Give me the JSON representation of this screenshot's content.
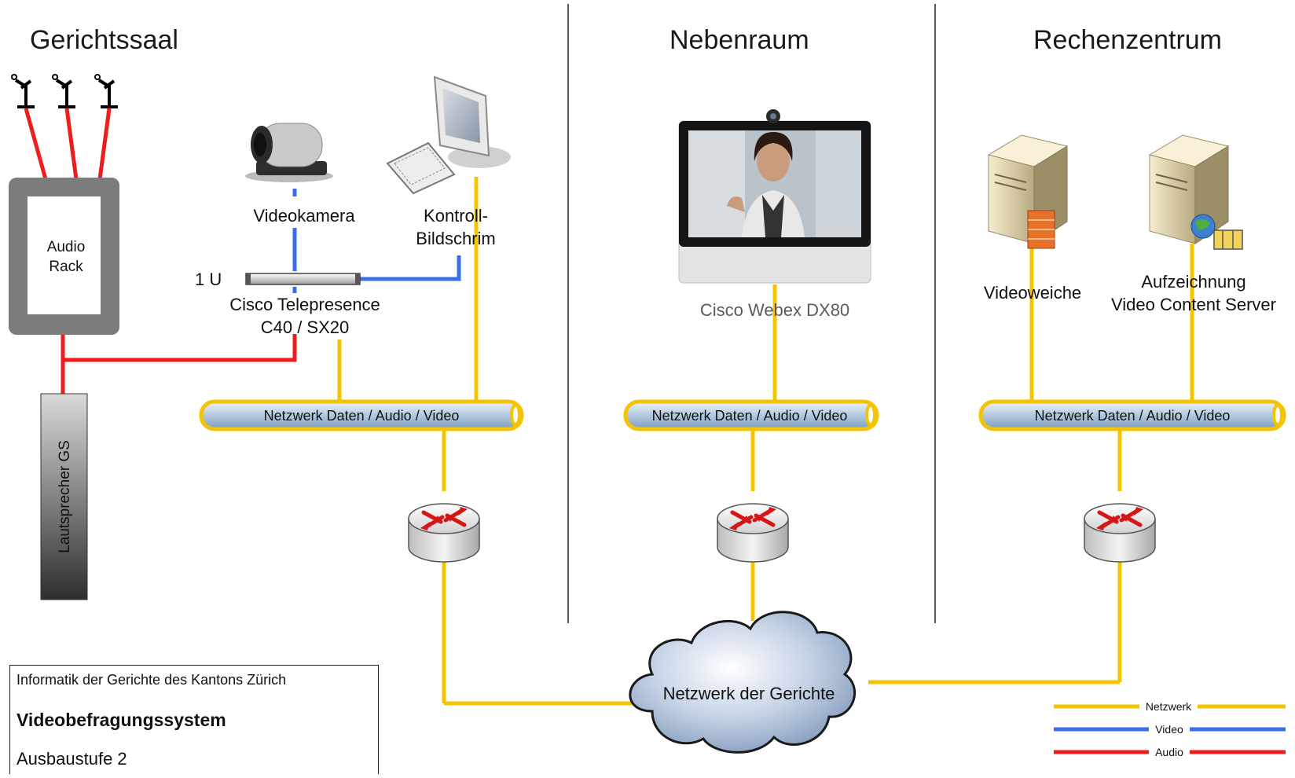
{
  "sections": {
    "courtroom": "Gerichtssaal",
    "side_room": "Nebenraum",
    "datacenter": "Rechenzentrum"
  },
  "devices": {
    "audio_rack": [
      "Audio",
      "Rack"
    ],
    "speaker": "Lautsprecher GS",
    "video_camera": "Videokamera",
    "control_screen": [
      "Kontroll-",
      "Bildschrim"
    ],
    "rack_unit": "1 U",
    "codec": [
      "Cisco Telepresence",
      "C40 / SX20"
    ],
    "webex": "Cisco Webex DX80",
    "video_switch": "Videoweiche",
    "recording": [
      "Aufzeichnung",
      "Video Content Server"
    ]
  },
  "network": {
    "pipe_label": "Netzwerk Daten / Audio / Video",
    "cloud_label": "Netzwerk der Gerichte"
  },
  "legend": {
    "items": [
      {
        "label": "Netzwerk",
        "color": "#f5c400"
      },
      {
        "label": "Video",
        "color": "#3a6ee8"
      },
      {
        "label": "Audio",
        "color": "#ee1c1c"
      }
    ]
  },
  "info_box": {
    "organization": "Informatik der Gerichte des Kantons Zürich",
    "title": "Videobefragungssystem",
    "stage": "Ausbaustufe 2"
  },
  "colors": {
    "network": "#f5c400",
    "video": "#3a6ee8",
    "audio": "#ee1c1c"
  },
  "icons": {
    "microphone": "microphone-icon",
    "camera": "video-camera-icon",
    "computer": "computer-monitor-icon",
    "router": "router-icon",
    "server": "server-icon",
    "cloud": "cloud-icon",
    "monitor": "webex-monitor-icon"
  }
}
